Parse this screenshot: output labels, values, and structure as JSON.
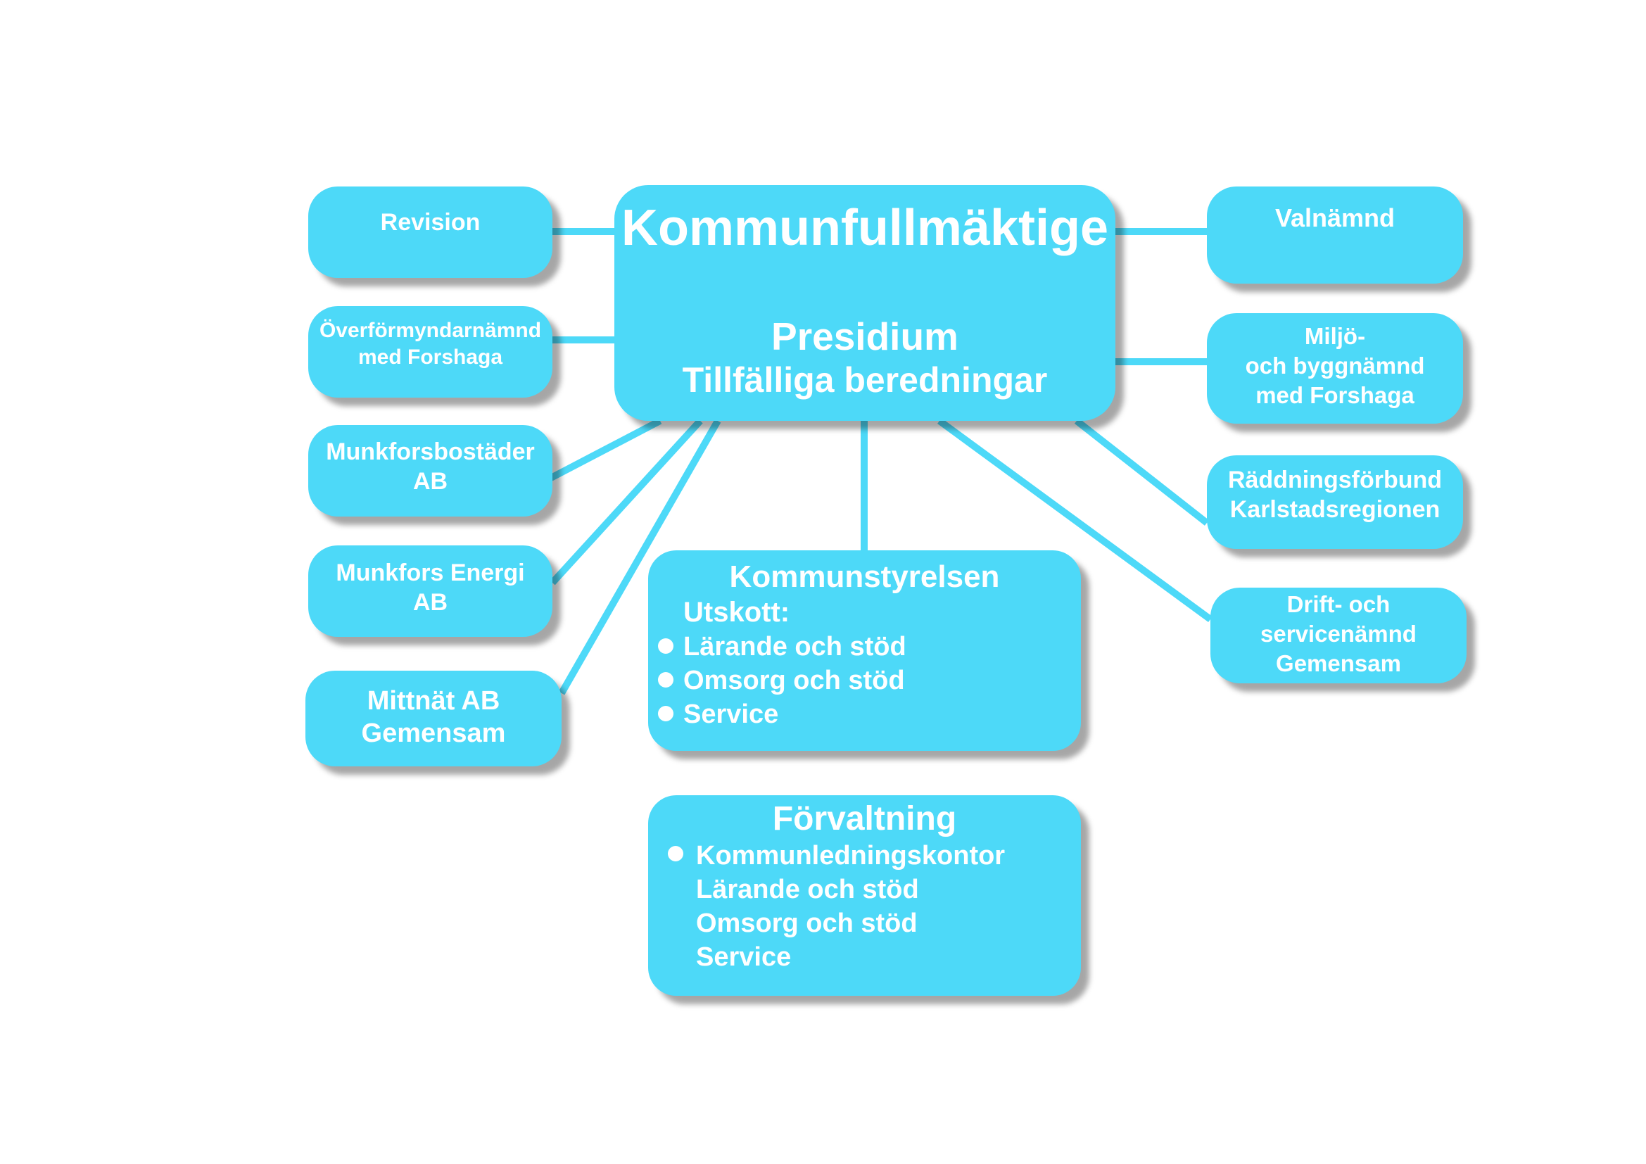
{
  "top_box": {
    "title": "Kommunfullmäktige",
    "line1": "Presidium",
    "line2": "Tillfälliga beredningar"
  },
  "left_boxes": [
    {
      "lines": [
        "Revision"
      ]
    },
    {
      "lines": [
        "Överförmyndarnämnd",
        "med Forshaga"
      ]
    },
    {
      "lines": [
        "Munkforsbostäder",
        "AB"
      ]
    },
    {
      "lines": [
        "Munkfors Energi",
        "AB"
      ]
    },
    {
      "lines": [
        "Mittnät AB",
        "Gemensam"
      ]
    }
  ],
  "right_boxes": [
    {
      "lines": [
        "Valnämnd"
      ]
    },
    {
      "lines": [
        "Miljö-",
        "och byggnämnd",
        "med Forshaga"
      ]
    },
    {
      "lines": [
        "Räddningsförbund",
        "Karlstadsregionen"
      ]
    },
    {
      "lines": [
        "Drift- och",
        "servicenämnd",
        "Gemensam"
      ]
    }
  ],
  "kommunstyrelsen": {
    "title": "Kommunstyrelsen",
    "subtitle": "Utskott:",
    "items": [
      "Lärande och stöd",
      "Omsorg och stöd",
      "Service"
    ]
  },
  "forvaltning": {
    "title": "Förvaltning",
    "items": [
      "Kommunledningskontor",
      "Lärande och stöd",
      "Omsorg och stöd",
      "Service"
    ]
  },
  "colors": {
    "box_fill": "#4dd9f8",
    "connector": "#4dd9f8",
    "text": "#ffffff"
  }
}
